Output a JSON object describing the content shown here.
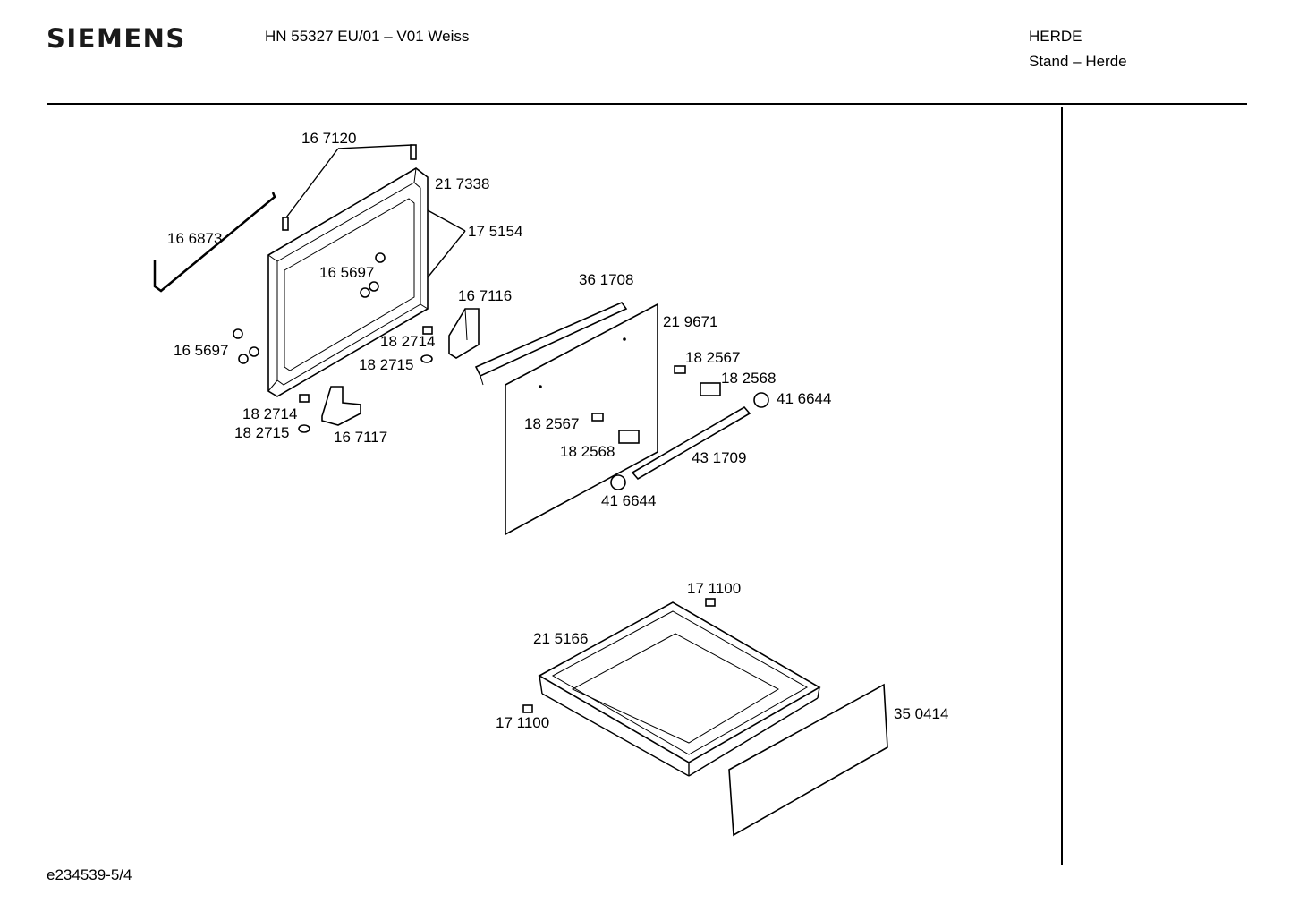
{
  "header": {
    "brand": "SIEMENS",
    "model": "HN 55327 EU/01 – V01 Weiss",
    "category": "HERDE",
    "subcategory": "Stand – Herde"
  },
  "footer": {
    "doc_id": "e234539-5/4"
  },
  "parts": {
    "p1": "16 7120",
    "p2": "21 7338",
    "p3": "17 5154",
    "p4": "16 6873",
    "p5": "16 5697",
    "p6": "16 7116",
    "p7": "36 1708",
    "p8": "21 9671",
    "p9": "18 2714",
    "p10": "16 5697",
    "p11": "18 2715",
    "p12": "18 2567",
    "p13": "18 2568",
    "p14": "41 6644",
    "p15": "18 2714",
    "p16": "18 2715",
    "p17": "16 7117",
    "p18": "18 2567",
    "p19": "18 2568",
    "p20": "43 1709",
    "p21": "41 6644",
    "p22": "17 1100",
    "p23": "21 5166",
    "p24": "35 0414",
    "p25": "17 1100"
  }
}
